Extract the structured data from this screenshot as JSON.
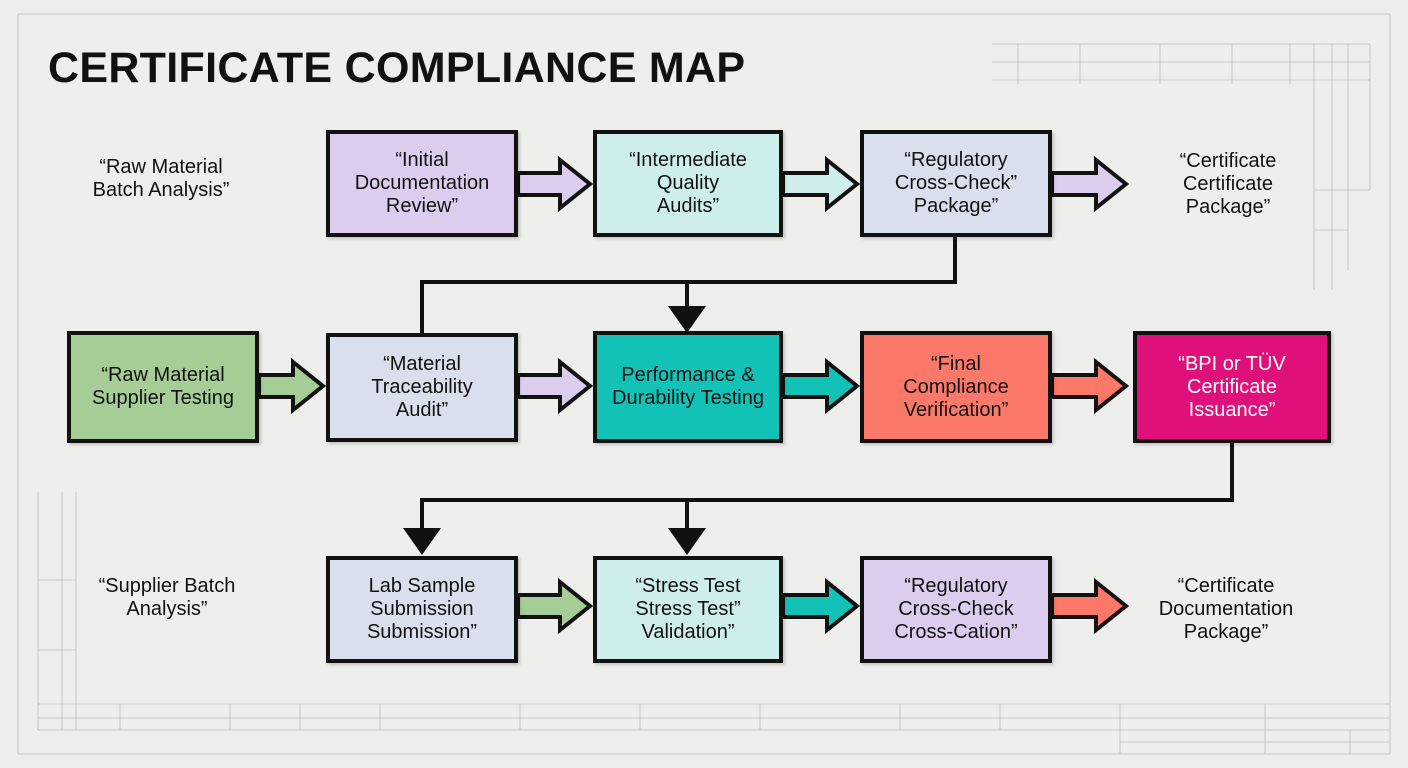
{
  "title": "CERTIFICATE COMPLIANCE MAP",
  "colors": {
    "background": "#eeeeec",
    "outline": "#111111",
    "lavender": "#dccdee",
    "aqua": "#cdeeea",
    "periwinkle": "#dadfee",
    "green": "#a6cd96",
    "teal": "#12c2b6",
    "coral": "#fc7868",
    "magenta": "#e0107a"
  },
  "row1": {
    "left_label": "“Raw Material\nBatch Analysis”",
    "nodes": [
      {
        "text": "“Initial\nDocumentation\nReview”",
        "fill": "#dccdee"
      },
      {
        "text": "“Intermediate\nQuality\nAudits”",
        "fill": "#cdeeea"
      },
      {
        "text": "“Regulatory\nCross-Check”\nPackage”",
        "fill": "#dadfee"
      }
    ],
    "right_label": "“Certificate\nCertificate\nPackage”"
  },
  "row2": {
    "nodes": [
      {
        "text": "“Raw Material\nSupplier Testing",
        "fill": "#a6cd96"
      },
      {
        "text": "“Material\nTraceability\nAudit”",
        "fill": "#dadfee"
      },
      {
        "text": "Performance &\nDurability Testing",
        "fill": "#12c2b6"
      },
      {
        "text": "“Final\nCompliance\nVerification”",
        "fill": "#fc7868"
      },
      {
        "text": "“BPI or TÜV\nCertificate\nIssuance”",
        "fill": "#e0107a",
        "text_color": "#ffffff"
      }
    ]
  },
  "row3": {
    "left_label": "“Supplier Batch\nAnalysis”",
    "nodes": [
      {
        "text": "Lab Sample\nSubmission\nSubmission”",
        "fill": "#dadfee"
      },
      {
        "text": "“Stress Test\nStress Test”\nValidation”",
        "fill": "#cdeeea"
      },
      {
        "text": "“Regulatory\nCross-Check\nCross-Cation”",
        "fill": "#dccdee"
      }
    ],
    "right_label": "“Certificate\nDocumentation\nPackage”"
  },
  "arrows": {
    "row1": [
      "#dccdee",
      "#cdeeea",
      "#dccdee"
    ],
    "row2": [
      "#a6cd96",
      "#dccdee",
      "#12c2b6",
      "#fc7868"
    ],
    "row3": [
      "#a6cd96",
      "#12c2b6",
      "#fc7868"
    ]
  }
}
